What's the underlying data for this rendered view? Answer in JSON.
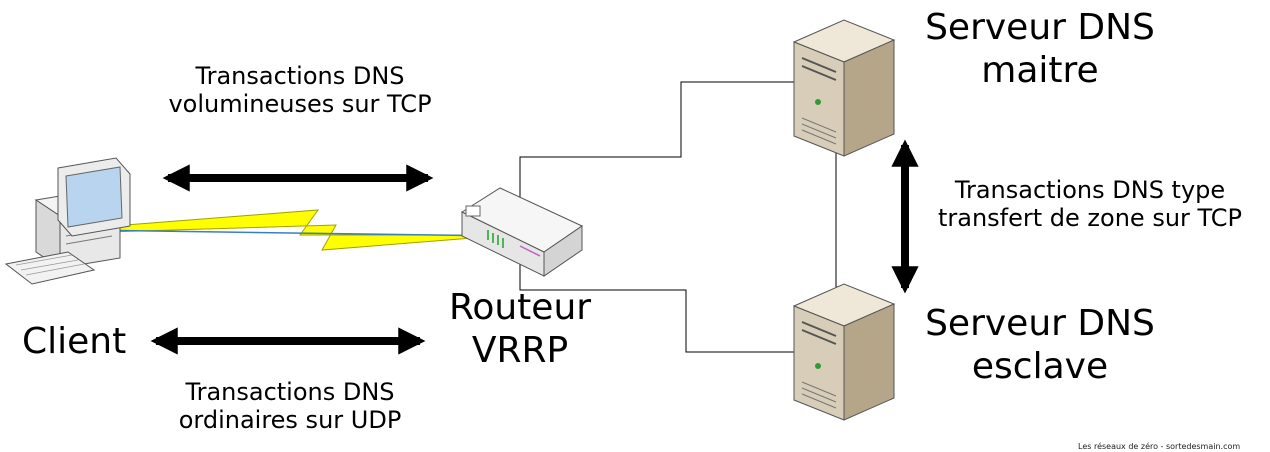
{
  "nodes": {
    "client": {
      "label": "Client"
    },
    "router": {
      "label_line1": "Routeur",
      "label_line2": "VRRP"
    },
    "master": {
      "label_line1": "Serveur DNS",
      "label_line2": "maitre"
    },
    "slave": {
      "label_line1": "Serveur DNS",
      "label_line2": "esclave"
    }
  },
  "edges": {
    "tcp": {
      "line1": "Transactions DNS",
      "line2": "volumineuses sur TCP"
    },
    "udp": {
      "line1": "Transactions DNS",
      "line2": "ordinaires sur UDP"
    },
    "zone_transfer": {
      "line1": "Transactions DNS type",
      "line2": "transfert de zone sur TCP"
    }
  },
  "footer": {
    "credit": "Les réseaux de zéro - sortedesmain.com"
  },
  "colors": {
    "arrow": "#000000",
    "lightning": "#ffff00",
    "server_body": "#d8cdb8",
    "server_light": "#efe8d9",
    "server_dark": "#b5a68a",
    "pc_body": "#e8e8e8",
    "pc_screen": "#b8d4ef",
    "router_body": "#eeeeee",
    "router_port": "#4fb35a",
    "link": "#000000"
  }
}
